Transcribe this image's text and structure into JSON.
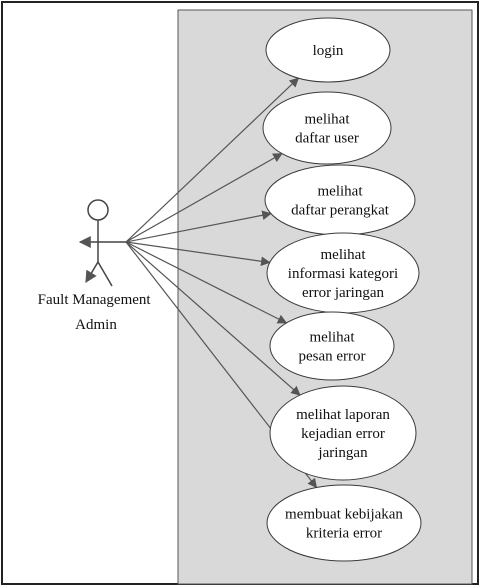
{
  "diagram": {
    "type": "use-case",
    "actor": {
      "name_lines": [
        "Fault Management",
        "Admin"
      ]
    },
    "use_cases": [
      {
        "id": "uc-login",
        "lines": [
          "login"
        ]
      },
      {
        "id": "uc-daftar-user",
        "lines": [
          "melihat",
          "daftar user"
        ]
      },
      {
        "id": "uc-daftar-perangkat",
        "lines": [
          "melihat",
          "daftar perangkat"
        ]
      },
      {
        "id": "uc-info-kategori",
        "lines": [
          "melihat",
          "informasi kategori",
          "error jaringan"
        ]
      },
      {
        "id": "uc-pesan-error",
        "lines": [
          "melihat",
          "pesan error"
        ]
      },
      {
        "id": "uc-laporan-kejadian",
        "lines": [
          "melihat laporan",
          "kejadian error",
          "jaringan"
        ]
      },
      {
        "id": "uc-kebijakan",
        "lines": [
          "membuat kebijakan",
          "kriteria error"
        ]
      }
    ],
    "colors": {
      "system_fill": "#d9d9d9",
      "usecase_fill": "#ffffff",
      "stroke": "#3a3a3a",
      "arrow": "#555555"
    }
  }
}
